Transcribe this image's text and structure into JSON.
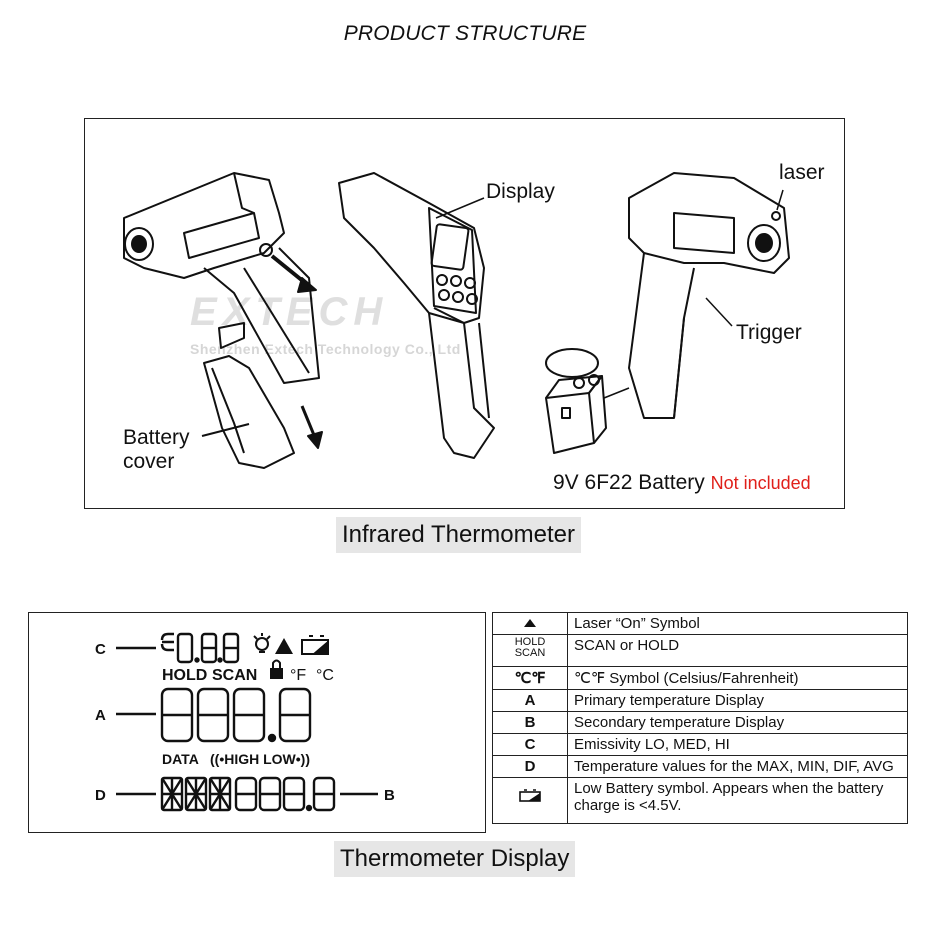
{
  "page_title": "PRODUCT STRUCTURE",
  "watermark": {
    "main": "EXTECH",
    "sub": "Shenzhen Extech Technology Co., Ltd"
  },
  "product": {
    "callouts": {
      "display": "Display",
      "laser": "laser",
      "trigger": "Trigger",
      "battery_cover_line1": "Battery",
      "battery_cover_line2": "cover",
      "battery": "9V 6F22 Battery",
      "not_included": "Not included"
    },
    "caption": "Infrared Thermometer"
  },
  "lcd": {
    "labels": {
      "c": "C",
      "a": "A",
      "d": "D",
      "b": "B"
    },
    "hold": "HOLD",
    "scan": "SCAN",
    "f": "°F",
    "c_unit": "°C",
    "data": "DATA",
    "high_low": "((•HIGH LOW•))",
    "caption": "Thermometer Display"
  },
  "legend": {
    "rows": [
      {
        "symbol": "",
        "icon": "laser-symbol-icon",
        "description": "Laser “On” Symbol"
      },
      {
        "symbol": "HOLD\nSCAN",
        "icon": "",
        "description": "SCAN or HOLD"
      },
      {
        "symbol": "℃℉",
        "icon": "",
        "description": "℃℉ Symbol (Celsius/Fahrenheit)"
      },
      {
        "symbol": "A",
        "icon": "",
        "description": "Primary temperature Display"
      },
      {
        "symbol": "B",
        "icon": "",
        "description": "Secondary temperature Display"
      },
      {
        "symbol": "C",
        "icon": "",
        "description": "Emissivity LO, MED, HI"
      },
      {
        "symbol": "D",
        "icon": "",
        "description": "Temperature values for the MAX, MIN, DIF, AVG"
      },
      {
        "symbol": "",
        "icon": "battery-icon",
        "description": "Low Battery symbol.  Appears when the battery charge is <4.5V."
      }
    ]
  },
  "colors": {
    "not_included": "#e0201a",
    "caption_bg": "#e6e6e6",
    "line": "#222222"
  }
}
